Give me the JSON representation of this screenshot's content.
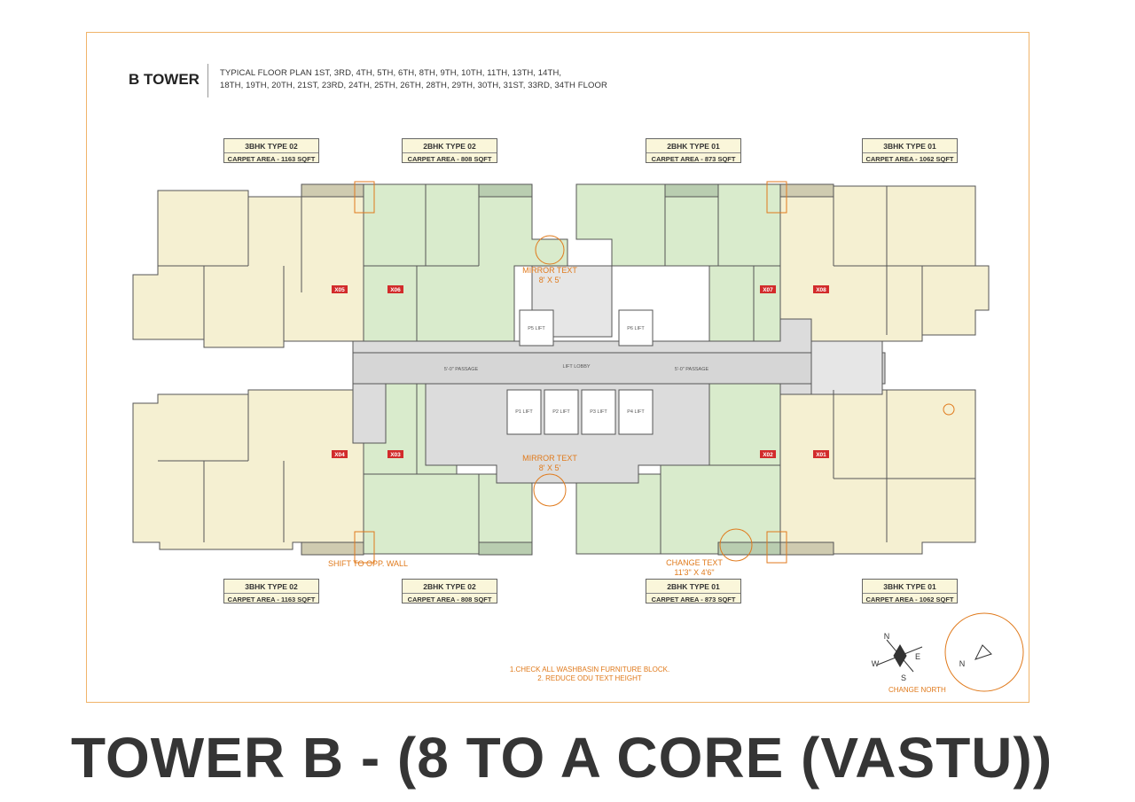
{
  "header": {
    "tower": "B TOWER",
    "floors_line1": "TYPICAL FLOOR PLAN 1ST, 3RD, 4TH, 5TH, 6TH, 8TH, 9TH, 10TH, 11TH, 13TH, 14TH,",
    "floors_line2": "18TH, 19TH, 20TH, 21ST, 23RD, 24TH, 25TH, 26TH, 28TH, 29TH, 30TH, 31ST, 33RD, 34TH FLOOR"
  },
  "units_top": [
    {
      "type": "3BHK TYPE 02",
      "area": "CARPET AREA - 1163 SQFT"
    },
    {
      "type": "2BHK TYPE 02",
      "area": "CARPET AREA - 808 SQFT"
    },
    {
      "type": "2BHK TYPE 01",
      "area": "CARPET AREA - 873 SQFT"
    },
    {
      "type": "3BHK TYPE 01",
      "area": "CARPET AREA - 1062 SQFT"
    }
  ],
  "units_bottom": [
    {
      "type": "3BHK TYPE 02",
      "area": "CARPET AREA - 1163 SQFT"
    },
    {
      "type": "2BHK TYPE 02",
      "area": "CARPET AREA - 808 SQFT"
    },
    {
      "type": "2BHK TYPE 01",
      "area": "CARPET AREA - 873 SQFT"
    },
    {
      "type": "3BHK TYPE 01",
      "area": "CARPET AREA - 1062 SQFT"
    }
  ],
  "flat_codes": {
    "x05": "X05",
    "x06": "X06",
    "x07": "X07",
    "x08": "X08",
    "x04": "X04",
    "x03": "X03",
    "x02": "X02",
    "x01": "X01"
  },
  "annotations": {
    "mirror_top": "MIRROR TEXT",
    "mirror_top_dim": "8' X 5'",
    "mirror_bottom": "MIRROR TEXT",
    "mirror_bottom_dim": "8' X 5'",
    "shift": "SHIFT TO OPP. WALL",
    "change_text": "CHANGE TEXT",
    "change_text_dim": "11'3\" X 4'6\"",
    "change_north": "CHANGE NORTH"
  },
  "notes": {
    "line1": "1.CHECK ALL WASHBASIN FURNITURE BLOCK.",
    "line2": "2. REDUCE ODU TEXT HEIGHT"
  },
  "compass": {
    "n": "N",
    "e": "E",
    "s": "S",
    "w": "W",
    "n2": "N"
  },
  "core": {
    "lift_lobby": "LIFT LOBBY",
    "lifts_top": [
      "P1 LIFT",
      "P2 LIFT",
      "P3 LIFT",
      "P4 LIFT"
    ],
    "lift_p5": "P5 LIFT",
    "lift_p6": "P6 LIFT",
    "passage_left": "5'-0\" PASSAGE",
    "passage_right": "5'-0\" PASSAGE"
  },
  "title": "TOWER B -  (8 TO A CORE (VASTU))",
  "colors": {
    "frame": "#f0b46a",
    "flat_3bhk": "#f5f0d2",
    "flat_2bhk": "#d9ebcc",
    "core": "#dcdcdc",
    "annotation": "#e07a1c",
    "flat_code_bg": "#d22b2b"
  }
}
